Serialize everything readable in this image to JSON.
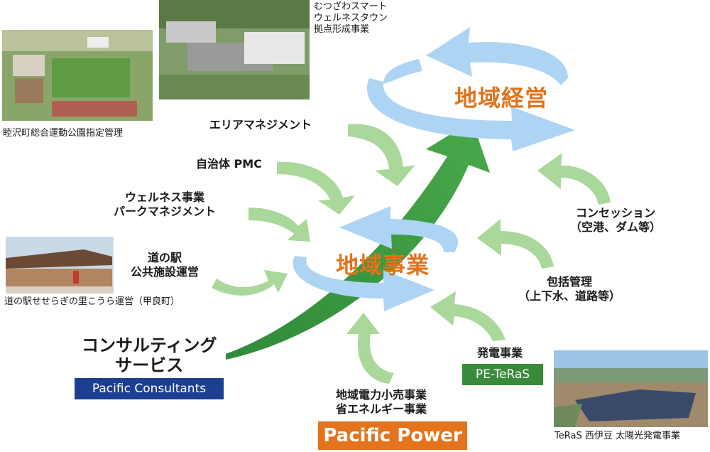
{
  "core": {
    "management": "地域経営",
    "business": "地域事業"
  },
  "inputs": {
    "area_management": "エリアマネジメント",
    "municipal_pmc": "自治体 PMC",
    "wellness": [
      "ウェルネス事業",
      "パークマネジメント"
    ],
    "roadside_station": [
      "道の駅",
      "公共施設運営"
    ],
    "consulting": [
      "コンサルティング",
      "サービス"
    ],
    "concession": [
      "コンセッション",
      "（空港、ダム等）"
    ],
    "comprehensive_management": [
      "包括管理",
      "（上下水、道路等）"
    ],
    "power_generation": "発電事業",
    "retail_power": [
      "地域電力小売事業",
      "省エネルギー事業"
    ]
  },
  "companies": {
    "consultants": "Pacific Consultants",
    "teras": "PE-TeRaS",
    "power": "Pacific Power"
  },
  "captions": {
    "park": "睦沢町総合運動公園指定管理",
    "smart_town": [
      "むつざわスマート",
      "ウェルネスタウン",
      "拠点形成事業"
    ],
    "michinoeki": "道の駅せせらぎの里こうら運営（甲良町）",
    "solar": "TeRaS 西伊豆 太陽光発電事業"
  },
  "colors": {
    "blue_arrow": "#aed4f4",
    "green_arrow": "#a9d89a",
    "big_arrow": "#3f9a45",
    "core_text": "#e2731c",
    "consultants_badge": "#1d3f8f",
    "teras_badge": "#3a8a3c",
    "power_badge": "#e5731c"
  }
}
